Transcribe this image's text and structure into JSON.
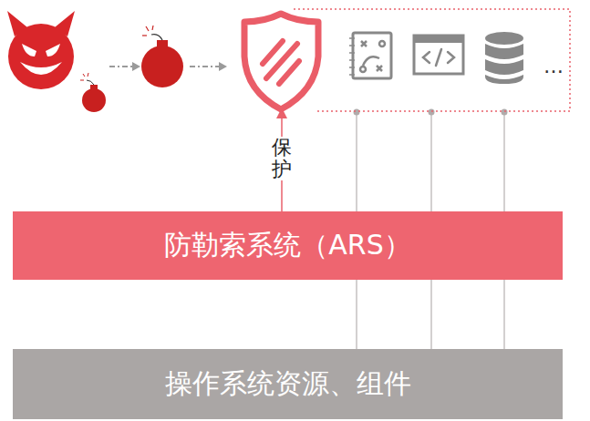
{
  "diagram": {
    "nodes": [
      {
        "text": [
          "防勒索系统（ARS）"
        ]
      },
      {
        "text": [
          "操作系统资源、组件"
        ]
      }
    ],
    "labels": [
      "保护",
      "…"
    ]
  }
}
